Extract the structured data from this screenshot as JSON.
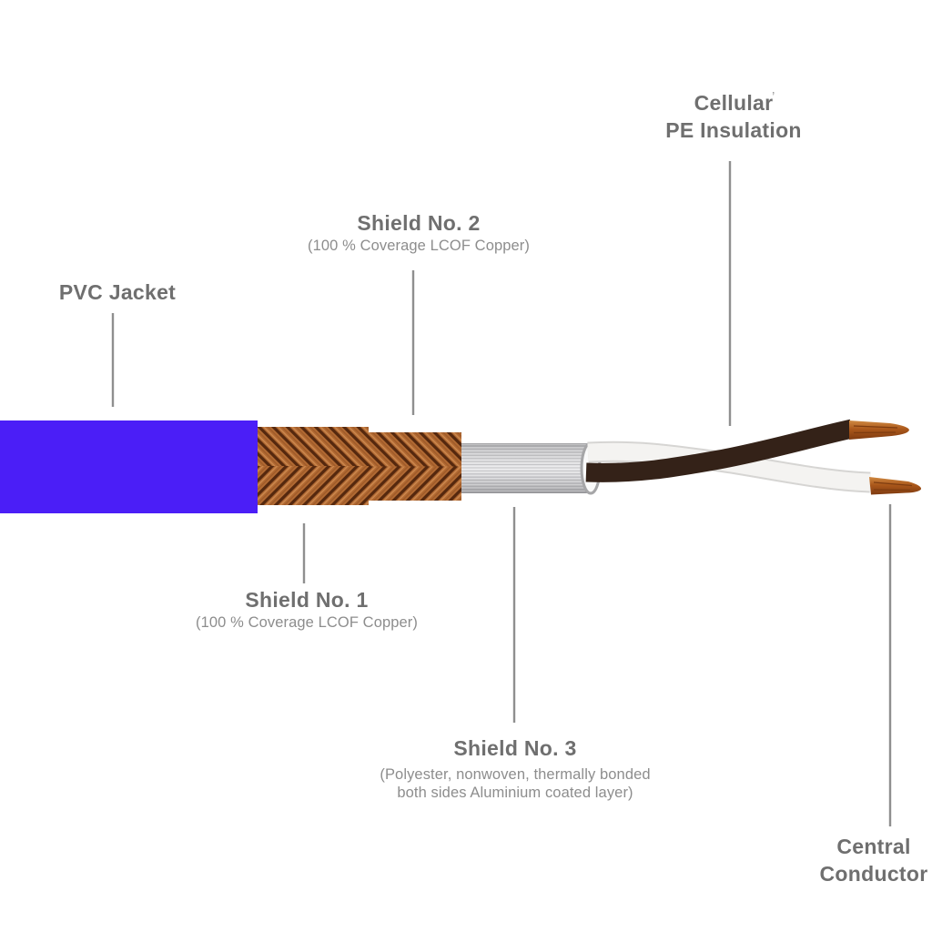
{
  "labels": {
    "pvc_jacket": {
      "title": "PVC Jacket"
    },
    "shield2": {
      "title": "Shield No. 2",
      "subtitle": "(100 % Coverage LCOF Copper)"
    },
    "cellular_pe": {
      "line1": "Cellular",
      "line2": "PE Insulation",
      "stray_mark": "’"
    },
    "shield1": {
      "title": "Shield No. 1",
      "subtitle": "(100 % Coverage LCOF Copper)"
    },
    "shield3": {
      "title": "Shield No. 3",
      "subtitle_line1": "(Polyester, nonwoven, thermally bonded",
      "subtitle_line2": "both sides Aluminium coated layer)"
    },
    "central_conductor": {
      "line1": "Central",
      "line2": "Conductor"
    }
  },
  "colors": {
    "jacket_blue": "#4b1ef7",
    "copper_base": "#b26a33",
    "copper_dark": "#55280e",
    "copper_light": "#cd8a50",
    "shield3_grey": "#c5c5c7",
    "wire_brown": "#342218",
    "wire_white": "#f4f3f1",
    "tip_copper": "#b05d1e",
    "label_text": "#6f6f6f",
    "subtitle_text": "#8d8d8d",
    "pointer_line": "#8f8f8f"
  }
}
